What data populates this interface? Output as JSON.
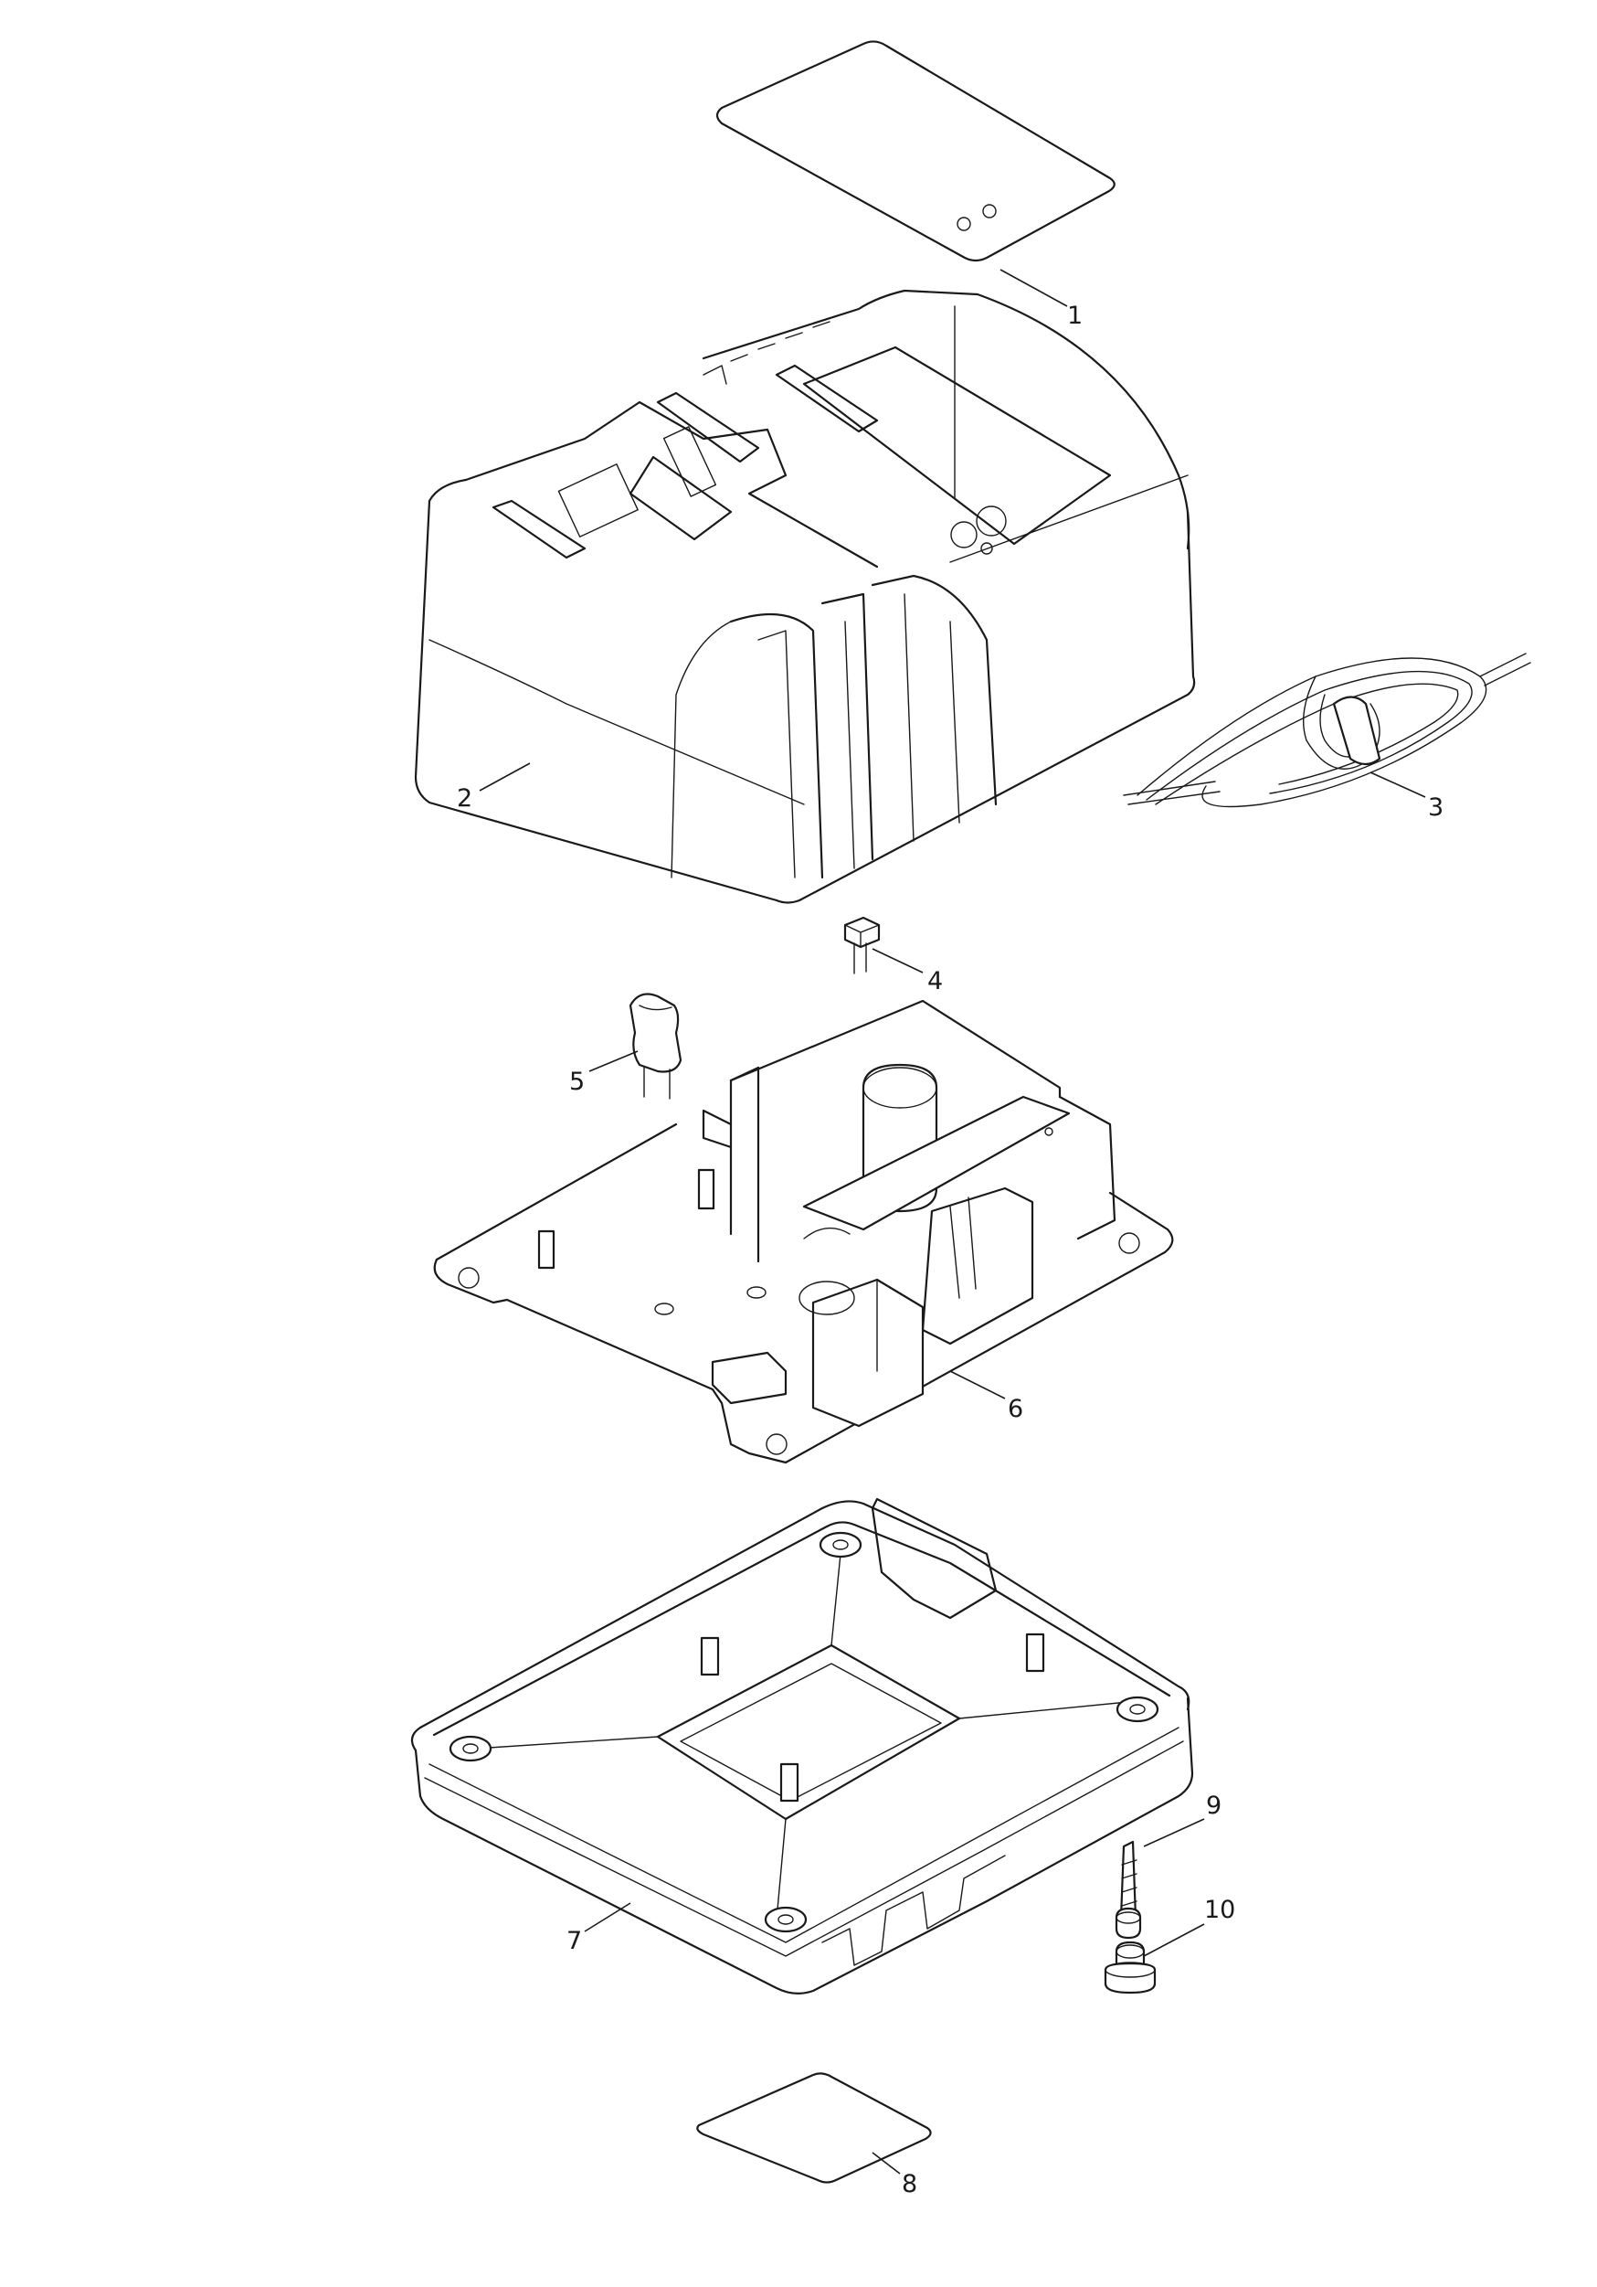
{
  "callouts": {
    "p1": "1",
    "p2": "2",
    "p3": "3",
    "p4": "4",
    "p5": "5",
    "p6": "6",
    "p7": "7",
    "p8": "8",
    "p9": "9",
    "p10": "10"
  },
  "colors": {
    "line": "#1a1a1a",
    "background": "#ffffff"
  }
}
